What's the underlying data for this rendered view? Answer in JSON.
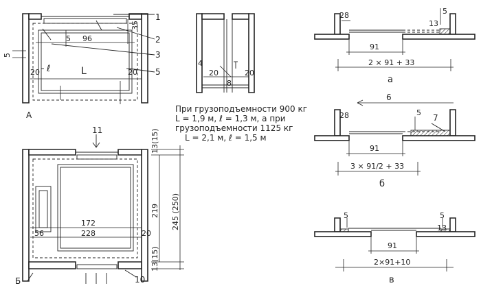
{
  "figure": {
    "plan_a": {
      "view_label": "А",
      "callouts": [
        "1",
        "2",
        "3",
        "5"
      ],
      "dims": {
        "d5_left": "5",
        "d5_top": "5",
        "d96": "96",
        "d35": "35",
        "d20_left": "20",
        "d20_right": "20"
      },
      "labels": {
        "L": "L",
        "l": "ℓ"
      }
    },
    "detail": {
      "callout4": "4",
      "dims": {
        "left": "20",
        "mid": "8",
        "right": "20"
      }
    },
    "note_lines": [
      "При грузоподъемности 900 кг",
      "L = 1,9 м,  ℓ = 1,3 м,  а при",
      "грузоподъемности 1125 кг",
      "L = 2,1 м, ℓ = 1,5 м"
    ],
    "plan_b": {
      "view_label": "Б",
      "callouts": [
        "11",
        "10"
      ],
      "dims": {
        "top_clear": "13(15)",
        "bottom_clear": "13(15)",
        "depth": "219",
        "depth_total": "245 (250)",
        "inner_width": "172",
        "outer_width": "228",
        "left_gap": "56",
        "right_gap": "20"
      }
    },
    "door_a": {
      "caption": "а",
      "dims": {
        "d28": "28",
        "d13": "13",
        "d5": "5",
        "d91": "91",
        "total": "2 × 91 + 33"
      }
    },
    "door_b": {
      "caption": "б",
      "callouts": [
        "6",
        "7"
      ],
      "dims": {
        "d28": "28",
        "d5": "5",
        "d91": "91",
        "total": "3 × 91/2 + 33"
      }
    },
    "door_v": {
      "caption": "в",
      "dims": {
        "d5_left": "5",
        "d5_right": "5",
        "d13": "13",
        "d91": "91",
        "total": "2×91+10"
      }
    }
  }
}
